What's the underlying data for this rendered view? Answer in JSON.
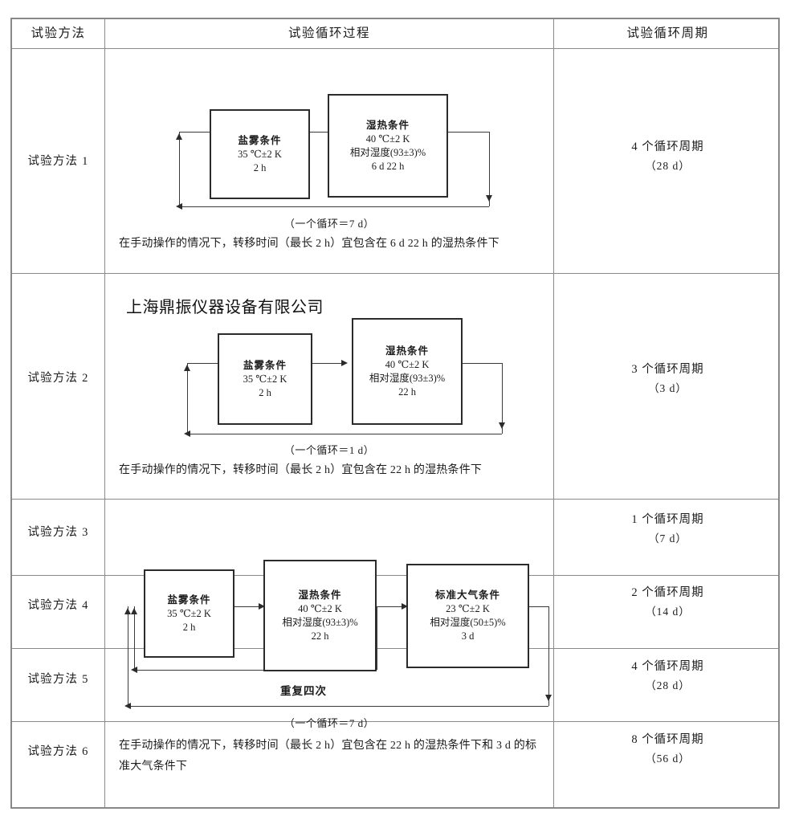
{
  "table": {
    "headers": [
      "试验方法",
      "试验循环过程",
      "试验循环周期"
    ],
    "methods": [
      "试验方法 1",
      "试验方法 2",
      "试验方法 3",
      "试验方法 4",
      "试验方法 5",
      "试验方法 6"
    ],
    "cycles": [
      {
        "count": "4 个循环周期",
        "days": "（28 d）"
      },
      {
        "count": "3 个循环周期",
        "days": "（3 d）"
      },
      {
        "count": "1 个循环周期",
        "days": "（7 d）"
      },
      {
        "count": "2 个循环周期",
        "days": "（14 d）"
      },
      {
        "count": "4 个循环周期",
        "days": "（28 d）"
      },
      {
        "count": "8 个循环周期",
        "days": "（56 d）"
      }
    ]
  },
  "watermark": "上海鼎振仪器设备有限公司",
  "diagram1": {
    "box_salt": {
      "title": "盐雾条件",
      "line2": "35 ℃±2 K",
      "line3": "2 h"
    },
    "box_damp": {
      "title": "湿热条件",
      "line2": "40 ℃±2 K",
      "line3": "相对湿度(93±3)%",
      "line4": "6 d 22 h"
    },
    "caption": "（一个循环＝7 d）",
    "note": "在手动操作的情况下，转移时间（最长 2 h）宜包含在 6 d 22 h 的湿热条件下"
  },
  "diagram2": {
    "box_salt": {
      "title": "盐雾条件",
      "line2": "35 ℃±2 K",
      "line3": "2 h"
    },
    "box_damp": {
      "title": "湿热条件",
      "line2": "40 ℃±2 K",
      "line3": "相对湿度(93±3)%",
      "line4": "22 h"
    },
    "caption": "（一个循环＝1 d）",
    "note": "在手动操作的情况下，转移时间（最长 2 h）宜包含在 22 h 的湿热条件下"
  },
  "diagram3": {
    "box_salt": {
      "title": "盐雾条件",
      "line2": "35 ℃±2 K",
      "line3": "2 h"
    },
    "box_damp": {
      "title": "湿热条件",
      "line2": "40 ℃±2 K",
      "line3": "相对湿度(93±3)%",
      "line4": "22 h"
    },
    "box_std": {
      "title": "标准大气条件",
      "line2": "23 ℃±2 K",
      "line3": "相对湿度(50±5)%",
      "line4": "3 d"
    },
    "repeat": "重复四次",
    "caption": "（一个循环＝7 d）",
    "note": "在手动操作的情况下，转移时间（最长 2 h）宜包含在 22 h 的湿热条件下和 3 d 的标准大气条件下"
  }
}
